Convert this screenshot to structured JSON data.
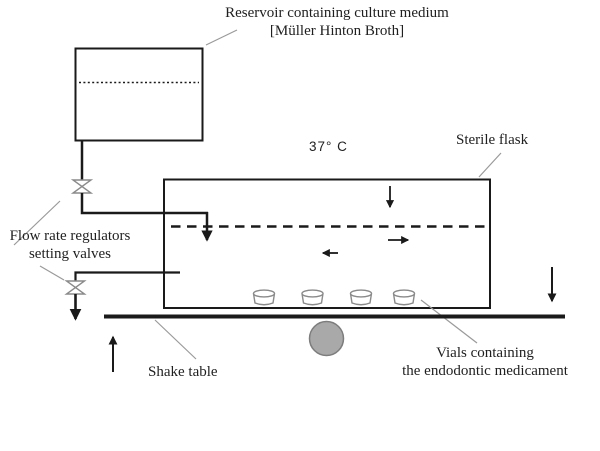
{
  "diagram": {
    "labels": {
      "reservoir": {
        "line1": "Reservoir containing culture medium",
        "line2": "[Müller Hinton Broth]"
      },
      "temperature": "37° C",
      "sterile_flask": "Sterile flask",
      "flow_regulators": {
        "line1": "Flow rate regulators",
        "line2": "setting valves"
      },
      "shake_table": "Shake table",
      "vials": {
        "line1": "Vials containing",
        "line2": "the  endodontic medicament"
      }
    },
    "vial_count": 4,
    "colors": {
      "line": "#1a1a1a",
      "leader": "#9a9a9a",
      "valve_outline": "#8a8a8a",
      "vial_outline": "#8a8a8a",
      "wheel_fill": "#a9a9a9",
      "wheel_outline": "#7d7d7d",
      "background": "#ffffff"
    }
  }
}
